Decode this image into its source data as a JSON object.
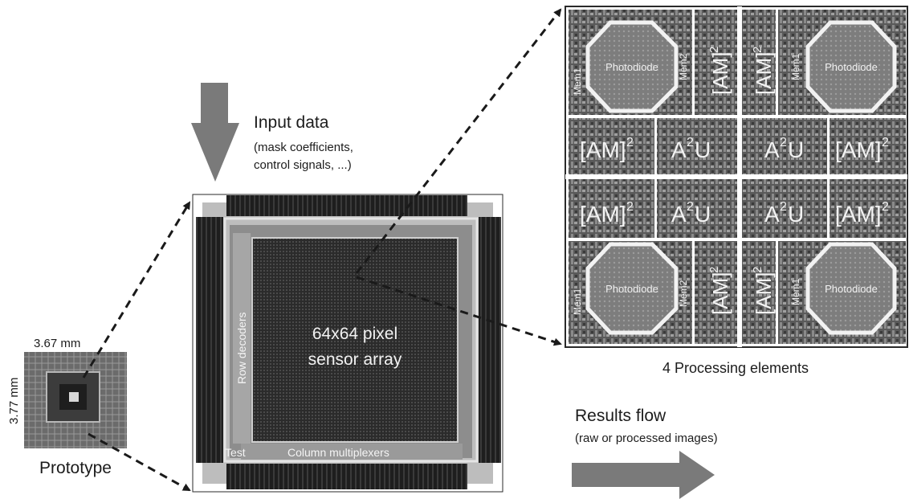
{
  "input": {
    "title": "Input data",
    "subtitle_line1": "(mask coefficients,",
    "subtitle_line2": "control signals, ...)"
  },
  "chip": {
    "array_line1": "64x64 pixel",
    "array_line2": "sensor array",
    "row_decoders": "Row decoders",
    "column_mux": "Column multiplexers",
    "test": "Test"
  },
  "prototype": {
    "width_label": "3.67 mm",
    "height_label": "3.77 mm",
    "caption": "Prototype"
  },
  "processing": {
    "caption": "4 Processing elements",
    "photodiode": "Photodiode",
    "mem1": "Mem1",
    "mem2": "Mem2",
    "am2_base": "[AM]",
    "am2_exp": "2",
    "a2u_base": "A",
    "a2u_exp": "2",
    "a2u_tail": "U"
  },
  "results": {
    "title": "Results flow",
    "subtitle": "(raw or processed images)"
  },
  "colors": {
    "arrow_fill": "#7a7a7a",
    "layout_dark": "#2a2a2a",
    "layout_mid": "#6d6d6d",
    "layout_light": "#b5b5b5",
    "frame": "#ffffff"
  }
}
